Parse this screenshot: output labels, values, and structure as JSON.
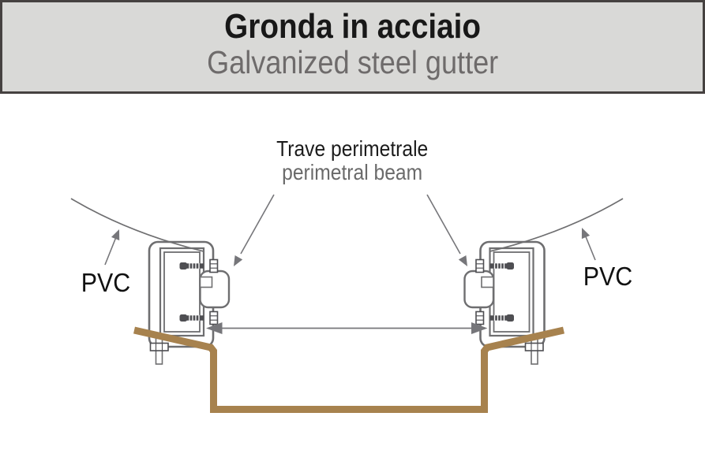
{
  "header": {
    "title": "Gronda in acciaio",
    "subtitle": "Galvanized steel gutter"
  },
  "diagram": {
    "labels": {
      "beam_it": "Trave perimetrale",
      "beam_en": "perimetral beam",
      "pvc_left": "PVC",
      "pvc_right": "PVC"
    },
    "icons": {
      "span_arrow": "double-headed-arrow",
      "callout_arrows": "pointer-arrow"
    }
  },
  "colors": {
    "header_bg": "#d9d9d7",
    "header_border": "#454140",
    "title_black": "#181818",
    "subtitle_gray": "#6e6b6b",
    "line_gray": "#6e6e70",
    "arrow_gray": "#76767a",
    "bolt_dark": "#4e4e52",
    "gutter_brown": "#a7824e",
    "label_black": "#1c1c1c",
    "label_gray": "#6a6a6a"
  }
}
